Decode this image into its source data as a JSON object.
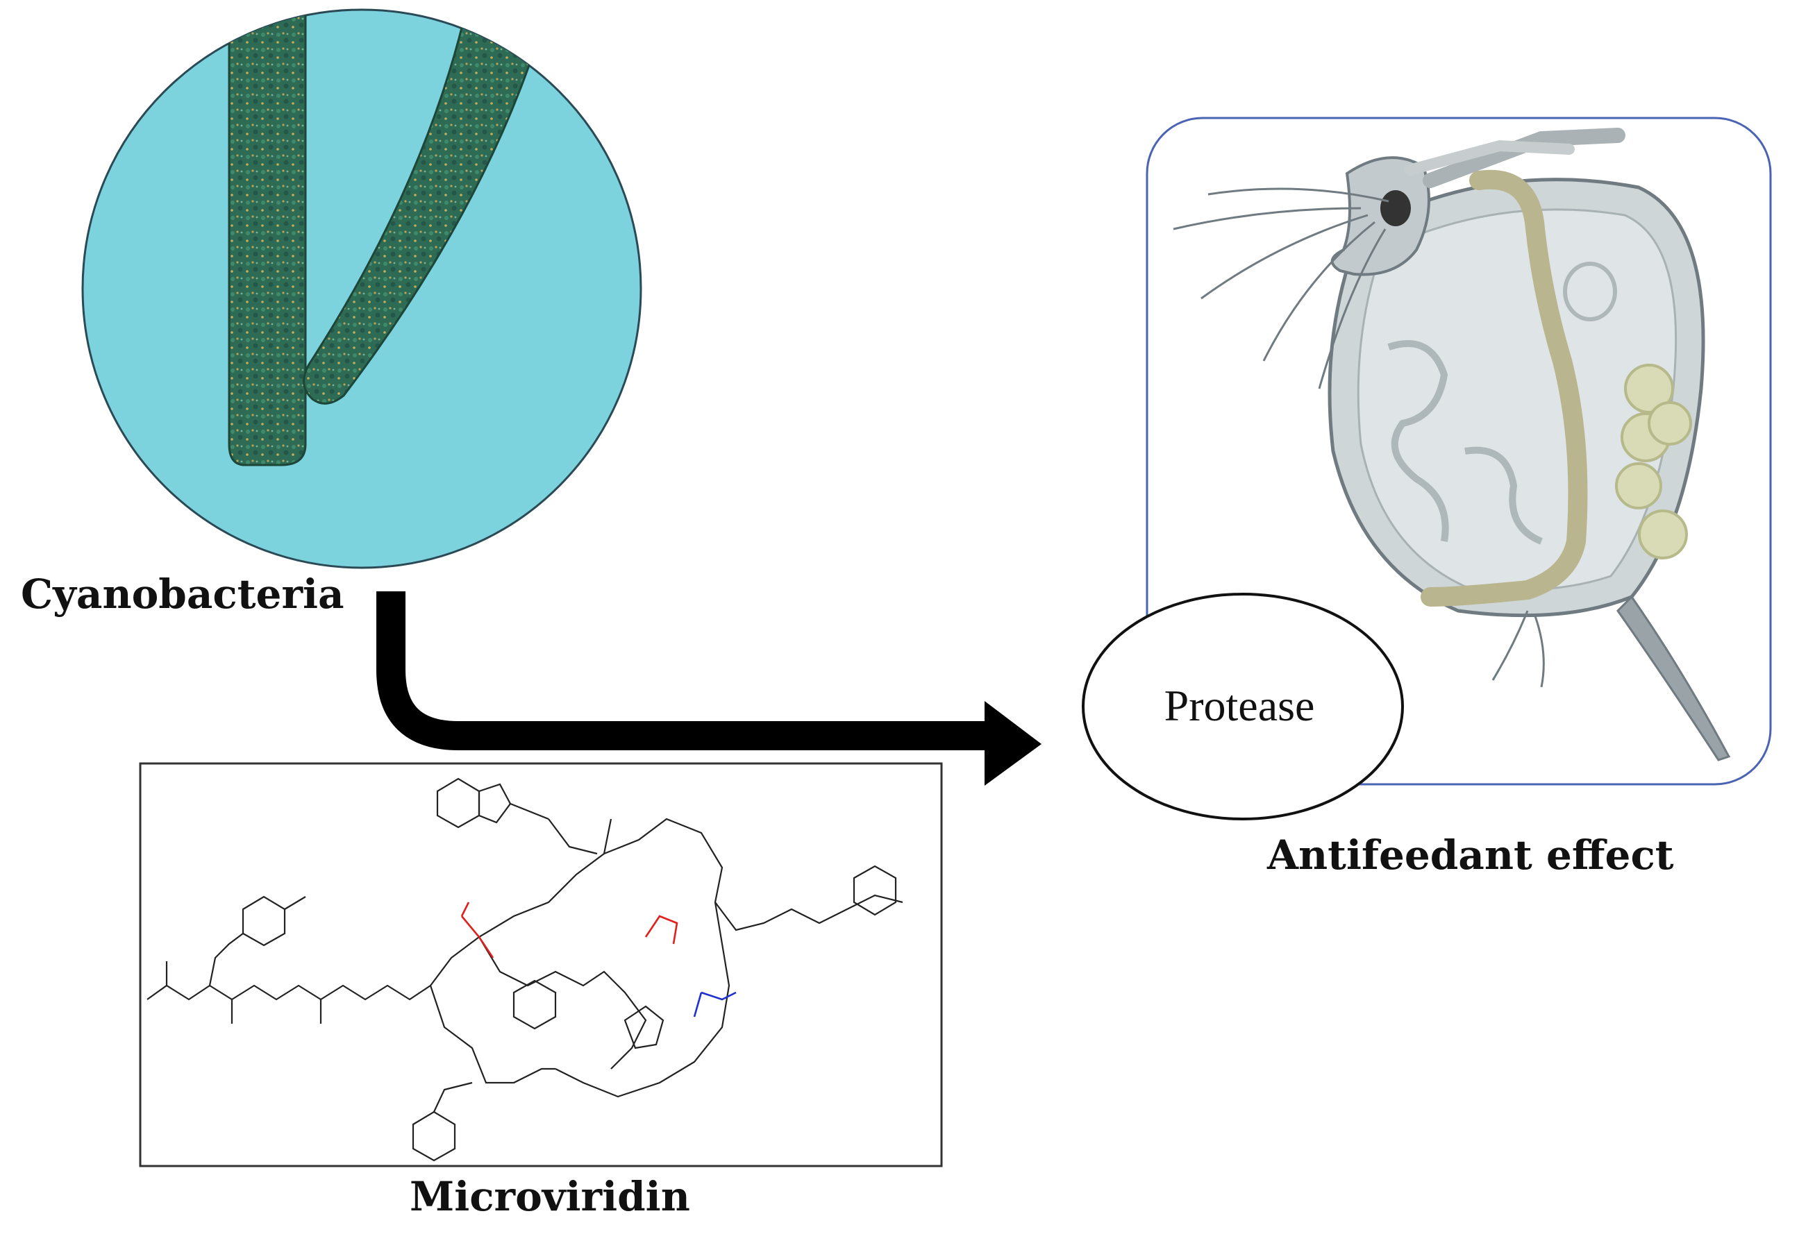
{
  "labels": {
    "cyanobacteria": "Cyanobacteria",
    "microviridin": "Microviridin",
    "antifeedant": "Antifeedant effect",
    "protease": "Protease"
  },
  "colors": {
    "circle_bg": "#7cd3de",
    "filament": "#2f6f57",
    "arrow": "#000000",
    "panel_border": "#4a63b3",
    "ester_bond": "#e0201c",
    "amide_bond": "#2030d0"
  },
  "icons": {
    "cyanobacteria": "cyanobacteria-filaments-icon",
    "daphnia": "daphnia-icon",
    "molecule": "microviridin-structure-icon"
  }
}
